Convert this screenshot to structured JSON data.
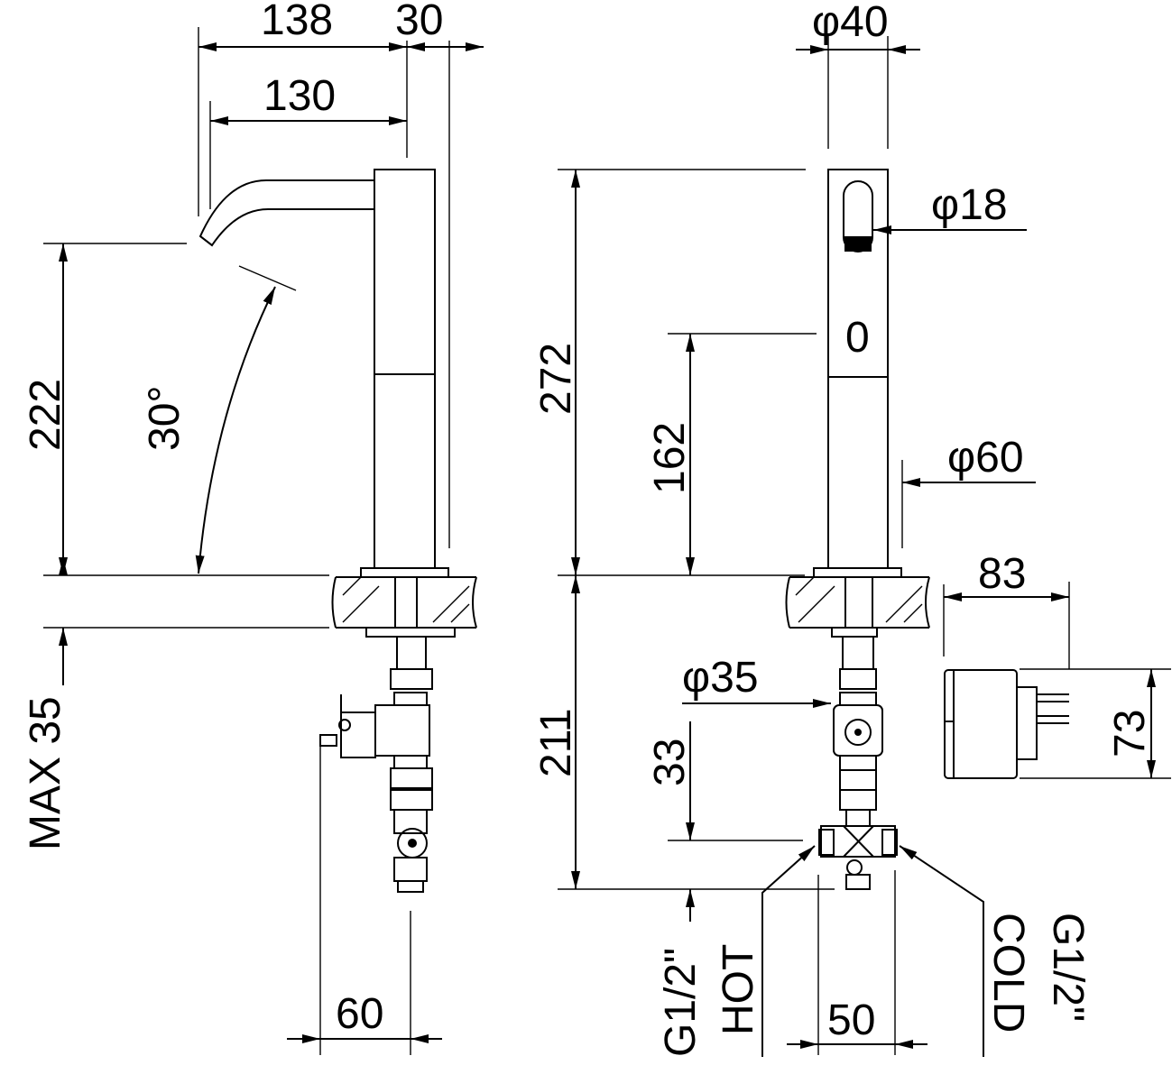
{
  "drawing": {
    "side_view": {
      "width_total": "138",
      "body_width": "30",
      "spout_reach": "130",
      "spout_height": "222",
      "angle": "30°",
      "max_deck": "MAX 35",
      "valve_offset": "60"
    },
    "front_view": {
      "body_diameter": "φ40",
      "sensor_diameter": "φ18",
      "base_diameter": "φ60",
      "total_height": "272",
      "sensor_height": "162",
      "below_deck": "211",
      "shank_diameter": "φ35",
      "inlet_offset": "33",
      "inlet_spacing": "50",
      "hot_thread": "G1/2\"",
      "hot_label": "HOT",
      "cold_label": "COLD",
      "cold_thread": "G1/2\"",
      "sensor_symbol": "0"
    },
    "power_supply": {
      "depth": "83",
      "height": "73"
    }
  }
}
